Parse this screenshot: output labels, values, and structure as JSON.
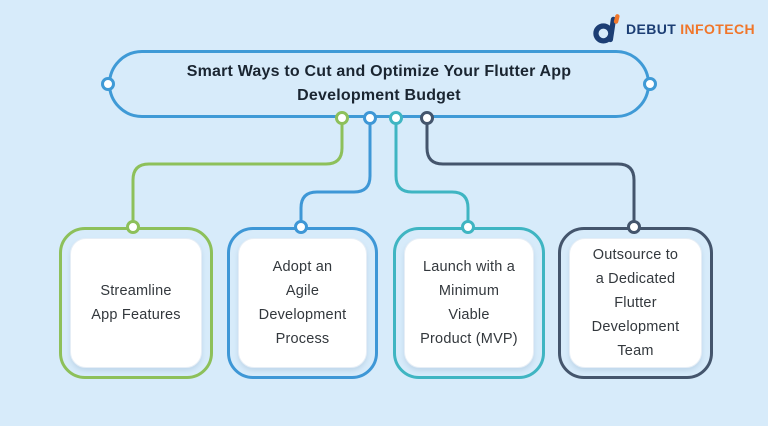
{
  "page": {
    "background_color": "#d7ebfa"
  },
  "logo": {
    "icon": "debut-d-icon",
    "brand_primary": "DEBUT",
    "brand_secondary": "INFOTECH",
    "primary_color": "#1c3e74",
    "secondary_color": "#f0762a"
  },
  "title": {
    "text": "Smart Ways to Cut and Optimize Your Flutter App\nDevelopment Budget",
    "border_color": "#3f9ad6",
    "text_color": "#1a2531"
  },
  "nodes": [
    {
      "id": "streamline-app-features",
      "label": "Streamline\nApp Features",
      "color": "#8dc05a"
    },
    {
      "id": "agile-development-process",
      "label": "Adopt an\nAgile\nDevelopment\nProcess",
      "color": "#3e97d6"
    },
    {
      "id": "minimum-viable-product",
      "label": "Launch with a\nMinimum\nViable\nProduct (MVP)",
      "color": "#3fb5c2"
    },
    {
      "id": "outsource-dedicated-team",
      "label": "Outsource to\na Dedicated\nFlutter\nDevelopment\nTeam",
      "color": "#44556c"
    }
  ]
}
